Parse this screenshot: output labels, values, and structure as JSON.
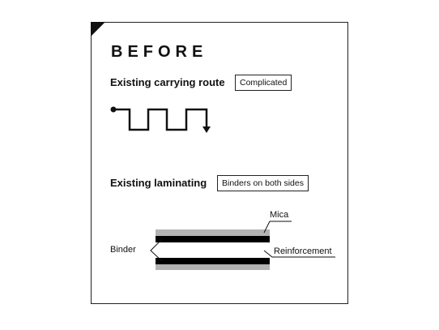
{
  "title": "BEFORE",
  "route": {
    "heading": "Existing carrying route",
    "tag": "Complicated"
  },
  "laminating": {
    "heading": "Existing laminating",
    "tag": "Binders on both sides",
    "labels": {
      "mica": "Mica",
      "binder": "Binder",
      "reinforcement": "Reinforcement"
    }
  },
  "colors": {
    "ink": "#111111",
    "layer_gray": "#b3b3b3",
    "layer_black": "#000000"
  }
}
